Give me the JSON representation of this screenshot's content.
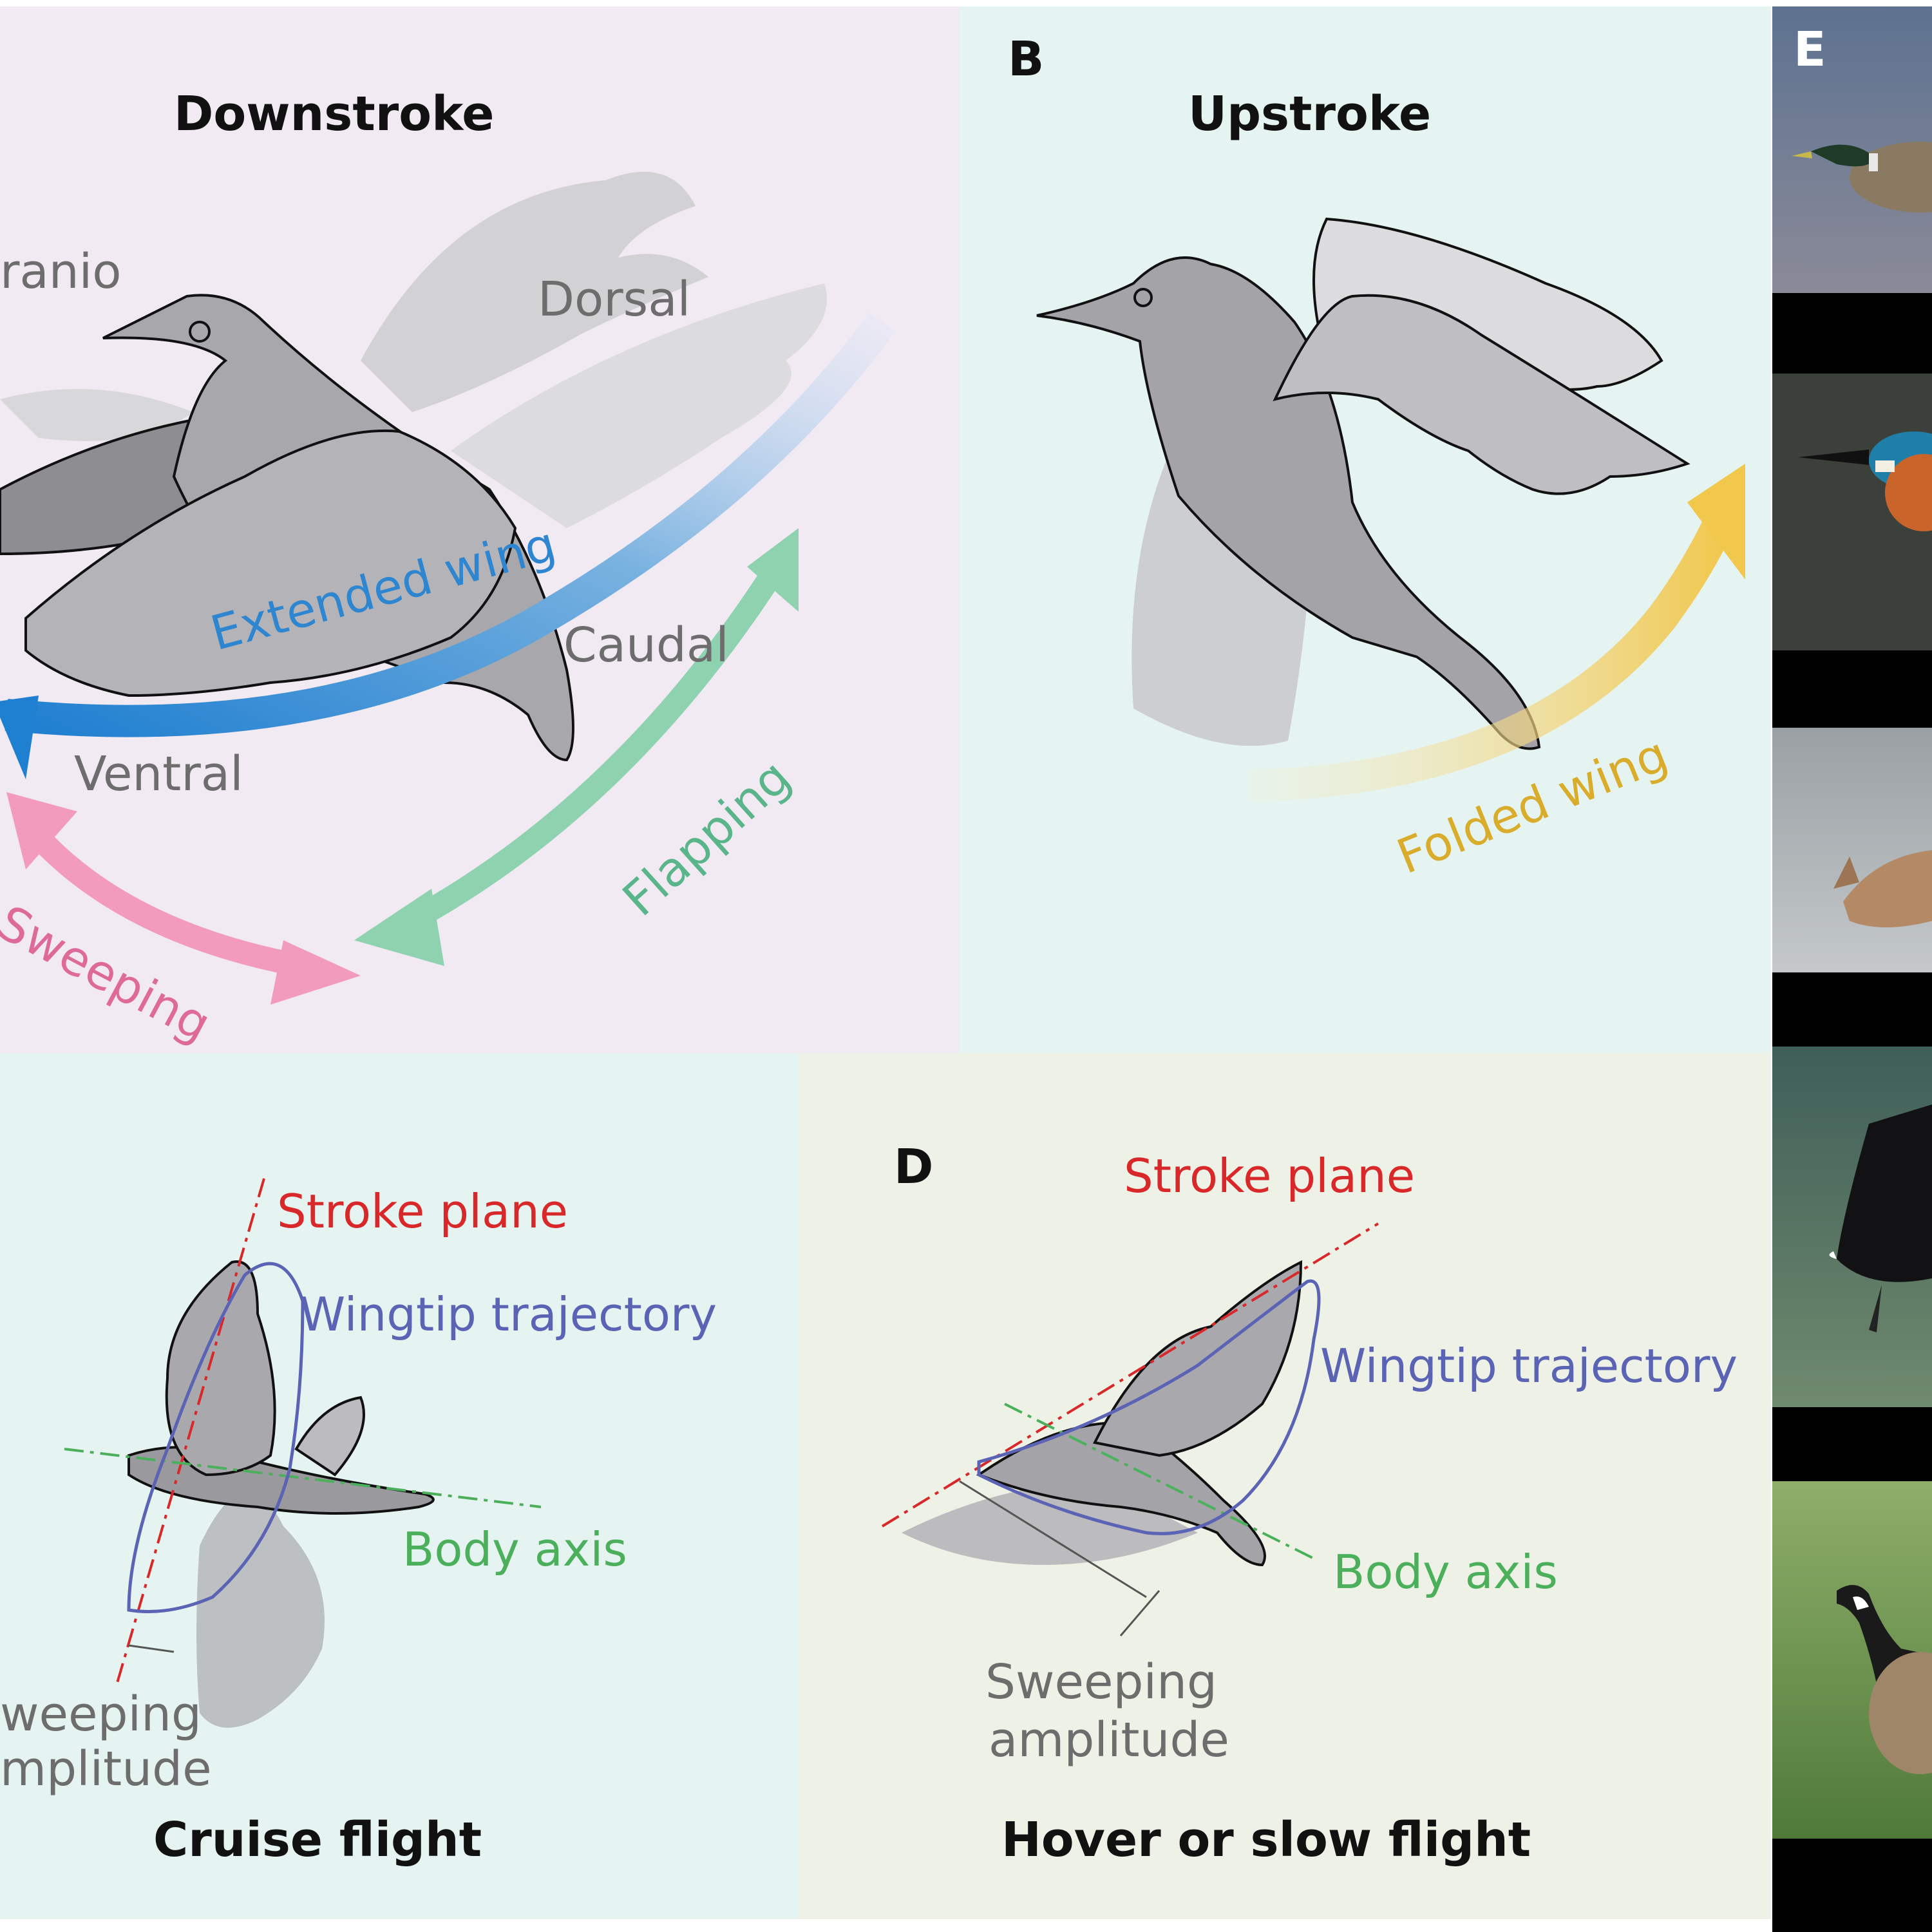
{
  "panels": {
    "a": {
      "title": "Downstroke",
      "labels": {
        "cranio": "ranio",
        "dorsal": "Dorsal",
        "caudal": "Caudal",
        "ventral": "Ventral",
        "extended_wing": "Extended wing",
        "flapping": "Flapping",
        "sweeping": "Sweeping"
      }
    },
    "b": {
      "letter": "B",
      "title": "Upstroke",
      "labels": {
        "folded_wing": "Folded wing"
      }
    },
    "c": {
      "title": "Cruise flight",
      "labels": {
        "stroke_plane": "Stroke plane",
        "wingtip_trajectory": "Wingtip trajectory",
        "body_axis": "Body axis",
        "sweeping_line1": "weeping",
        "sweeping_line2": "mplitude"
      }
    },
    "d": {
      "letter": "D",
      "title": "Hover or slow flight",
      "labels": {
        "stroke_plane": "Stroke plane",
        "wingtip_trajectory": "Wingtip trajectory",
        "body_axis": "Body axis",
        "sweeping_line1": "Sweeping",
        "sweeping_line2": "amplitude"
      }
    },
    "e": {
      "letter": "E"
    }
  },
  "colors": {
    "extended_wing": "#3a8fd0",
    "flapping": "#88cca8",
    "sweeping": "#ee8fb2",
    "folded_wing": "#e9c34a",
    "stroke_plane": "#d8282a",
    "wingtip_trajectory": "#5b63b5",
    "body_axis": "#4caf5c"
  }
}
